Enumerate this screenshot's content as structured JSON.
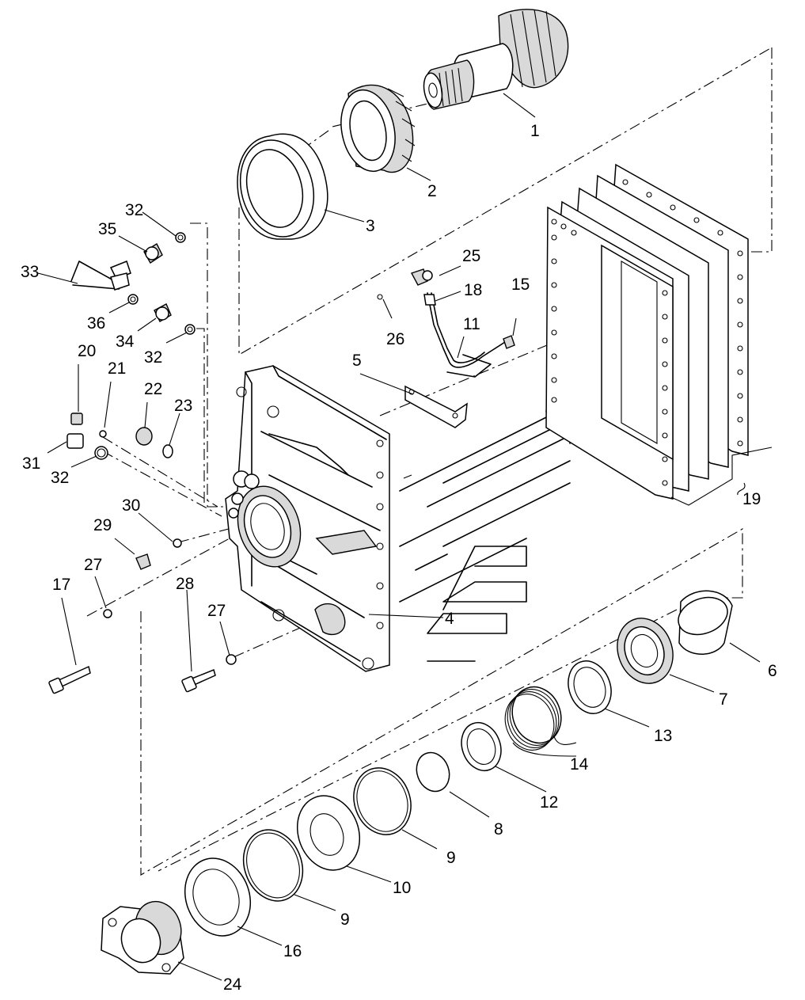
{
  "callouts": [
    {
      "id": "c1",
      "label": "1"
    },
    {
      "id": "c2",
      "label": "2"
    },
    {
      "id": "c3",
      "label": "3"
    },
    {
      "id": "c4",
      "label": "4"
    },
    {
      "id": "c5",
      "label": "5"
    },
    {
      "id": "c6",
      "label": "6"
    },
    {
      "id": "c7",
      "label": "7"
    },
    {
      "id": "c8",
      "label": "8"
    },
    {
      "id": "c9a",
      "label": "9"
    },
    {
      "id": "c9b",
      "label": "9"
    },
    {
      "id": "c10",
      "label": "10"
    },
    {
      "id": "c11",
      "label": "11"
    },
    {
      "id": "c12",
      "label": "12"
    },
    {
      "id": "c13",
      "label": "13"
    },
    {
      "id": "c14",
      "label": "14"
    },
    {
      "id": "c15",
      "label": "15"
    },
    {
      "id": "c16",
      "label": "16"
    },
    {
      "id": "c17",
      "label": "17"
    },
    {
      "id": "c18",
      "label": "18"
    },
    {
      "id": "c19",
      "label": "19"
    },
    {
      "id": "c20",
      "label": "20"
    },
    {
      "id": "c21",
      "label": "21"
    },
    {
      "id": "c22",
      "label": "22"
    },
    {
      "id": "c23",
      "label": "23"
    },
    {
      "id": "c24",
      "label": "24"
    },
    {
      "id": "c25",
      "label": "25"
    },
    {
      "id": "c26",
      "label": "26"
    },
    {
      "id": "c27a",
      "label": "27"
    },
    {
      "id": "c27b",
      "label": "27"
    },
    {
      "id": "c28",
      "label": "28"
    },
    {
      "id": "c29",
      "label": "29"
    },
    {
      "id": "c30",
      "label": "30"
    },
    {
      "id": "c31",
      "label": "31"
    },
    {
      "id": "c32a",
      "label": "32"
    },
    {
      "id": "c32b",
      "label": "32"
    },
    {
      "id": "c32c",
      "label": "32"
    },
    {
      "id": "c33",
      "label": "33"
    },
    {
      "id": "c34",
      "label": "34"
    },
    {
      "id": "c35",
      "label": "35"
    },
    {
      "id": "c36",
      "label": "36"
    }
  ]
}
